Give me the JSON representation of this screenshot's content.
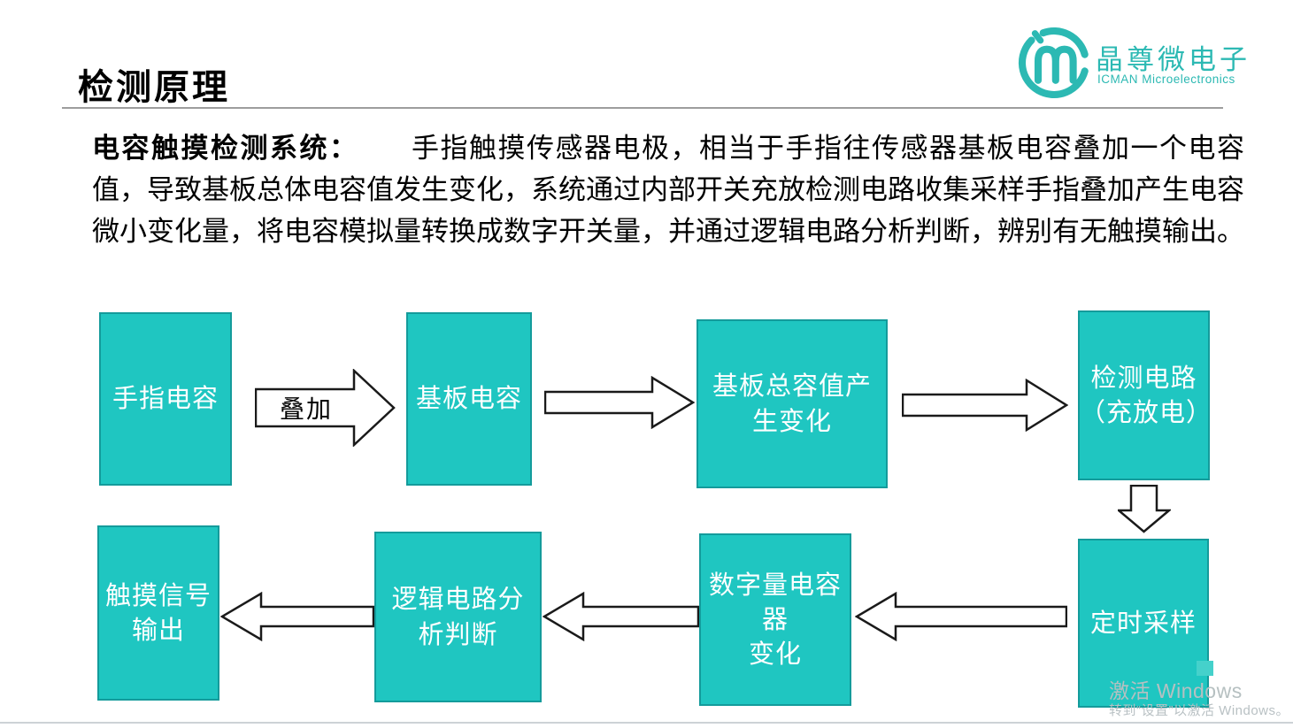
{
  "header": {
    "title": "检测原理"
  },
  "logo": {
    "name_cn": "晶尊微电子",
    "name_en": "ICMAN Microelectronics",
    "color": "#2CB9B3"
  },
  "intro": {
    "lead": "电容触摸检测系统：",
    "body": "手指触摸传感器电极，相当于手指往传感器基板电容叠加一个电容值，导致基板总体电容值发生变化，系统通过内部开关充放检测电路收集采样手指叠加产生电容微小变化量，将电容模拟量转换成数字开关量，并通过逻辑电路分析判断，辨别有无触摸输出。"
  },
  "flowchart": {
    "colors": {
      "box_fill": "#1FC6C1",
      "box_border": "#149B9B",
      "arrow_fill": "#FFFFFF",
      "arrow_outline": "#1A1A1A"
    },
    "superpose_label": "叠加",
    "nodes": {
      "finger": "手指电容",
      "substrate": "基板电容",
      "total": "基板总容值产\n生变化",
      "detect": "检测电路\n（充放电）",
      "sampling": "定时采样",
      "digital": "数字量电容器\n变化",
      "logic": "逻辑电路分\n析判断",
      "output": "触摸信号\n输出"
    }
  },
  "watermark": {
    "line1": "激活 Windows",
    "line2": "转到“设置”以激活 Windows。"
  }
}
